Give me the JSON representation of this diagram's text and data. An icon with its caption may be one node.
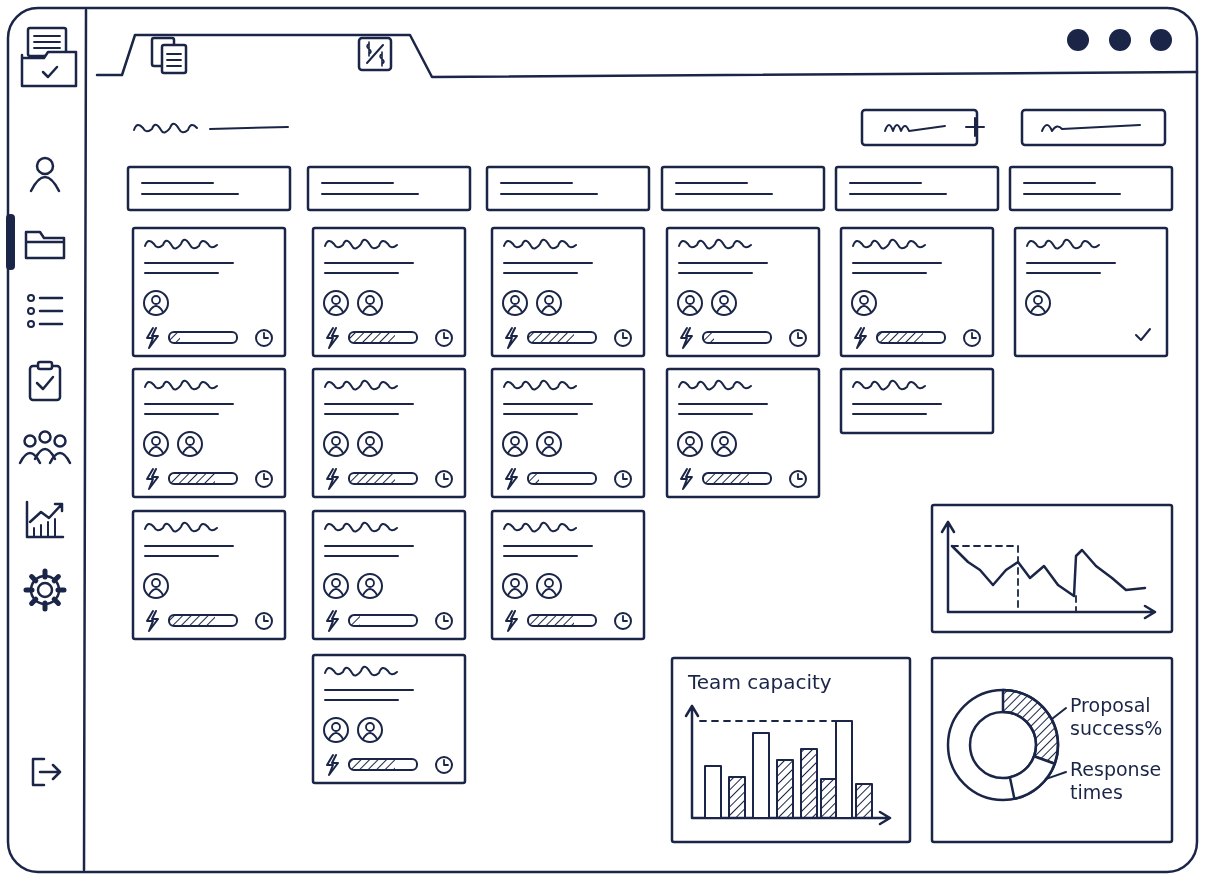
{
  "diagram": {
    "nodes": [
      {
        "text": [
          "Proposal success%"
        ]
      },
      {
        "text": [],
        "shape": "wedge"
      },
      {
        "text": [
          "Response times"
        ]
      },
      {
        "text": [],
        "shape": "wedge"
      }
    ],
    "edges": [
      {
        "from": 0,
        "to": 1,
        "arrow": "none"
      },
      {
        "from": 2,
        "to": 3,
        "arrow": "none"
      }
    ],
    "labels": [
      "Team capacity"
    ]
  }
}
